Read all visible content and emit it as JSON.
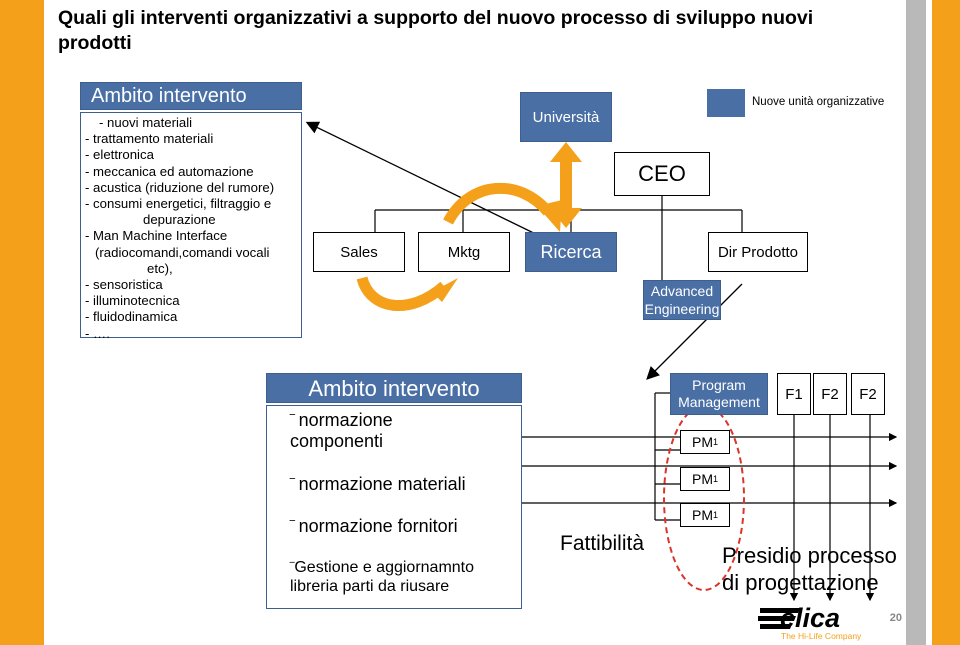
{
  "title": "Quali gli interventi organizzativi a supporto del nuovo processo di sviluppo nuovi prodotti",
  "ambito1": {
    "header": "Ambito intervento",
    "items": [
      "- nuovi materiali",
      "- trattamento materiali",
      "- elettronica",
      "- meccanica ed automazione",
      "- acustica (riduzione del rumore)",
      "- consumi energetici, filtraggio e",
      "depurazione",
      "- Man Machine Interface",
      "(radiocomandi,comandi vocali",
      "etc),",
      "- sensoristica",
      "- illuminotecnica",
      "- fluidodinamica",
      "- …."
    ]
  },
  "org": {
    "universita": "Università",
    "ceo": "CEO",
    "ricerca": "Ricerca",
    "sales": "Sales",
    "mktg": "Mktg",
    "dir_prodotto": "Dir Prodotto",
    "advanced": "Advanced Engineering",
    "legend": "Nuove unità organizzative"
  },
  "ambito2": {
    "header": "Ambito intervento",
    "items": [
      "normazione componenti",
      "normazione materiali",
      "normazione fornitori",
      "Gestione e aggiornamnto libreria parti da riusare"
    ]
  },
  "program": {
    "header": "Program Management",
    "f_labels": [
      "F1",
      "F2",
      "F2"
    ],
    "pm_label": "PM",
    "pm_sub": "1"
  },
  "fattibilita": "Fattibilità",
  "presidio": "Presidio processo di progettazione",
  "logo_text": "elica",
  "tagline": "The Hi-Life Company",
  "page_number": "20",
  "colors": {
    "accent": "#f5a01a",
    "blue": "#4a6fa5",
    "red_dash": "#d9342b"
  }
}
